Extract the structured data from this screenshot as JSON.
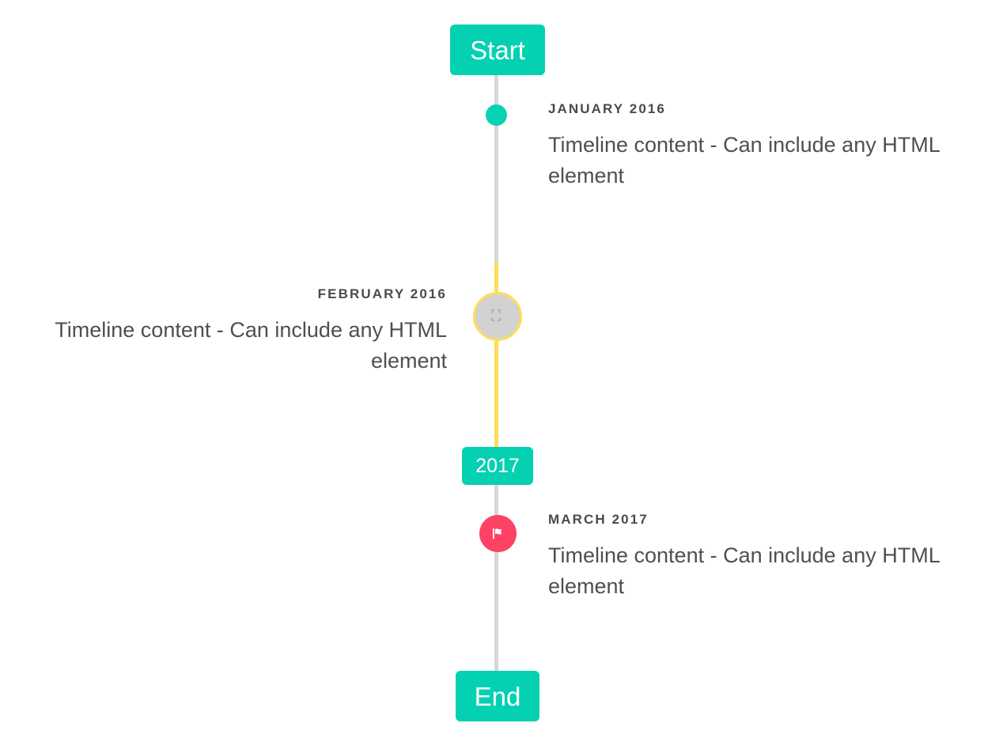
{
  "timeline": {
    "start_label": "Start",
    "mid_label": "2017",
    "end_label": "End",
    "colors": {
      "accent_teal": "#04d1b2",
      "accent_yellow": "#ffdd57",
      "accent_pink": "#fd4264",
      "line_gray": "#d8d8d8",
      "marker_gray": "#d2d2d2",
      "heading_text": "#4a4a4a",
      "body_text": "#4f4f4f",
      "background": "#ffffff"
    },
    "items": [
      {
        "heading": "JANUARY 2016",
        "body": "Timeline content - Can include any HTML element",
        "side": "right",
        "marker": "dot-icon"
      },
      {
        "heading": "FEBRUARY 2016",
        "body": "Timeline content - Can include any HTML element",
        "side": "left",
        "marker": "broken-image-icon"
      },
      {
        "heading": "MARCH 2017",
        "body": "Timeline content - Can include any HTML element",
        "side": "right",
        "marker": "flag-icon"
      }
    ]
  }
}
